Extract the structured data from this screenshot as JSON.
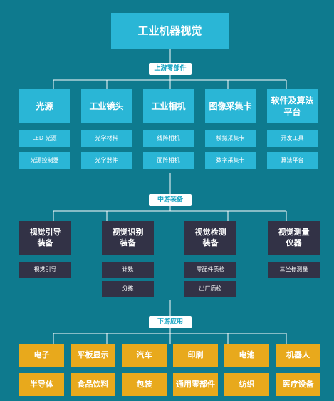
{
  "title": "工业机器视觉",
  "upstream": {
    "label": "上游零部件",
    "categories": [
      {
        "name": "光源",
        "items": [
          "LED 光源",
          "光源控制器"
        ]
      },
      {
        "name": "工业镜头",
        "items": [
          "光学材料",
          "光学器件"
        ]
      },
      {
        "name": "工业相机",
        "items": [
          "线阵相机",
          "面阵相机"
        ]
      },
      {
        "name": "图像采集卡",
        "items": [
          "模拟采集卡",
          "数字采集卡"
        ]
      },
      {
        "name": "软件及算法平台",
        "items": [
          "开发工具",
          "算法平台"
        ]
      }
    ]
  },
  "midstream": {
    "label": "中游装备",
    "categories": [
      {
        "name": "视觉引导装备",
        "items": [
          "视觉引导"
        ]
      },
      {
        "name": "视觉识别装备",
        "items": [
          "计数",
          "分拣"
        ]
      },
      {
        "name": "视觉检测装备",
        "items": [
          "零配件质检",
          "出厂质检"
        ]
      },
      {
        "name": "视觉测量仪器",
        "items": [
          "三坐标测量"
        ]
      }
    ]
  },
  "downstream": {
    "label": "下游应用",
    "items": [
      "电子",
      "平板显示",
      "汽车",
      "印刷",
      "电池",
      "机器人",
      "半导体",
      "食品饮料",
      "包装",
      "通用零部件",
      "纺织",
      "医疗设备"
    ]
  },
  "colors": {
    "background": "#0e7a8e",
    "upstream": "#2ab6d6",
    "midstream": "#323246",
    "downstream": "#e8a91c"
  }
}
